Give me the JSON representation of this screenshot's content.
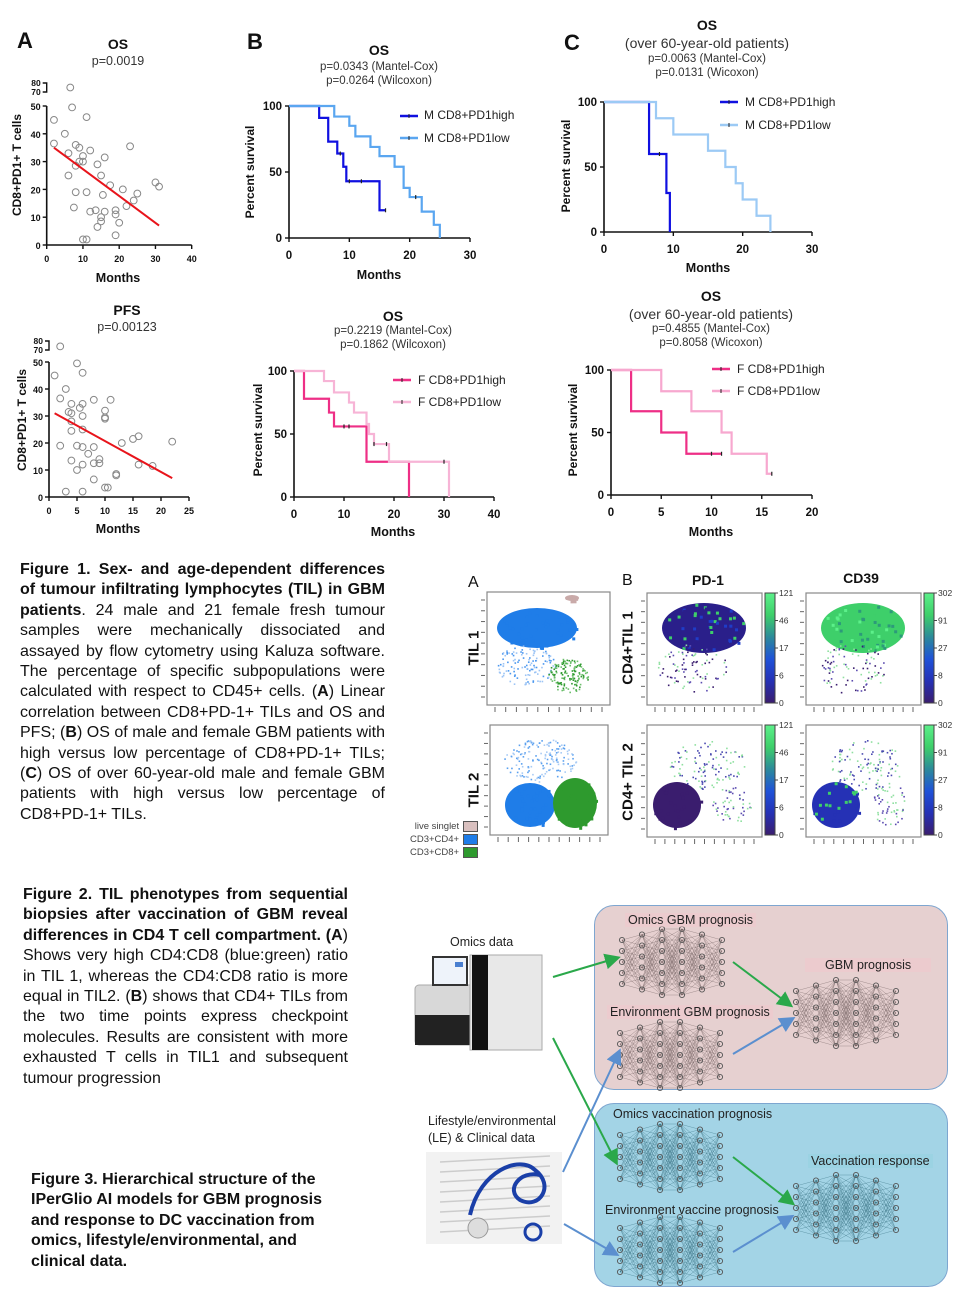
{
  "figure1": {
    "panel_labels": [
      "A",
      "B",
      "C"
    ],
    "caption": [
      "Figure 1. Sex- and age-dependent differences of tumour infiltrating lymphocytes (TIL) in GBM patients",
      ". 24 male and 21 female fresh tumour samples were mechanically dissociated and assayed by flow cytometry using Kaluza software. The percentage of specific subpopulations were calculated with respect to CD45+ cells. (",
      "A",
      ") Linear correlation between CD8+PD-1+ TILs and OS and PFS; (",
      "B",
      ") OS of male and female GBM patients with high versus low percentage of CD8+PD-1+ TILs; (",
      "C",
      ") OS of over 60-year-old male and female GBM patients with high versus low percentage of CD8+PD-1+ TILs."
    ]
  },
  "chart_data": [
    {
      "type": "scatter",
      "title": "OS",
      "subtitle": "p=0.0019",
      "xlabel": "Months",
      "ylabel": "CD8+PD1+ T cells",
      "xlim": [
        0,
        40
      ],
      "ylim": [
        0,
        50
      ],
      "y_break_ticks": [
        70,
        80
      ],
      "xticks": [
        0,
        10,
        20,
        30,
        40
      ],
      "yticks": [
        0,
        10,
        20,
        30,
        40,
        50
      ],
      "points": [
        [
          2,
          45
        ],
        [
          2,
          36.5
        ],
        [
          5,
          40
        ],
        [
          6,
          33
        ],
        [
          6,
          25
        ],
        [
          6.5,
          75
        ],
        [
          7,
          49.5
        ],
        [
          7.5,
          13.5
        ],
        [
          8,
          36
        ],
        [
          8,
          28.5
        ],
        [
          8,
          19
        ],
        [
          9,
          35
        ],
        [
          9,
          30
        ],
        [
          10,
          32
        ],
        [
          10,
          30
        ],
        [
          10,
          2
        ],
        [
          11,
          46
        ],
        [
          11,
          19
        ],
        [
          11,
          2
        ],
        [
          12,
          34
        ],
        [
          12,
          12
        ],
        [
          13.5,
          12.5
        ],
        [
          14,
          29
        ],
        [
          14,
          6.5
        ],
        [
          15,
          25
        ],
        [
          15,
          10
        ],
        [
          15,
          8.5
        ],
        [
          15.5,
          18
        ],
        [
          16,
          31.5
        ],
        [
          16,
          12
        ],
        [
          17.5,
          21.5
        ],
        [
          19,
          11
        ],
        [
          19,
          12.5
        ],
        [
          19,
          3.5
        ],
        [
          20,
          8
        ],
        [
          21,
          20
        ],
        [
          22,
          14
        ],
        [
          23,
          35.5
        ],
        [
          24,
          16
        ],
        [
          25,
          18.5
        ],
        [
          30,
          22.5
        ],
        [
          31,
          21
        ]
      ],
      "fit_line": [
        [
          2,
          35
        ],
        [
          31,
          7
        ]
      ],
      "fit_color": "#e8141b"
    },
    {
      "type": "scatter",
      "title": "PFS",
      "subtitle": "p=0.00123",
      "xlabel": "Months",
      "ylabel": "CD8+PD1+ T cells",
      "xlim": [
        0,
        25
      ],
      "ylim": [
        0,
        50
      ],
      "y_break_ticks": [
        70,
        80
      ],
      "xticks": [
        0,
        5,
        10,
        15,
        20,
        25
      ],
      "yticks": [
        0,
        10,
        20,
        30,
        40,
        50
      ],
      "points": [
        [
          1,
          45
        ],
        [
          2,
          74
        ],
        [
          2,
          36.5
        ],
        [
          2,
          19
        ],
        [
          3,
          40
        ],
        [
          3,
          2
        ],
        [
          3.5,
          31.5
        ],
        [
          4,
          34.5
        ],
        [
          4,
          31
        ],
        [
          4,
          28
        ],
        [
          4,
          24.5
        ],
        [
          4,
          13.5
        ],
        [
          5,
          49.5
        ],
        [
          5,
          19
        ],
        [
          5,
          10
        ],
        [
          5.5,
          33
        ],
        [
          6,
          46
        ],
        [
          6,
          34.5
        ],
        [
          6,
          30
        ],
        [
          6,
          25
        ],
        [
          6,
          18.5
        ],
        [
          6,
          12
        ],
        [
          6,
          2
        ],
        [
          7,
          16
        ],
        [
          8,
          36
        ],
        [
          8,
          18.5
        ],
        [
          8,
          12.5
        ],
        [
          8,
          6.5
        ],
        [
          9,
          14
        ],
        [
          9,
          12.5
        ],
        [
          10,
          32
        ],
        [
          10,
          29.5
        ],
        [
          10,
          29
        ],
        [
          10,
          3.5
        ],
        [
          10.5,
          3.5
        ],
        [
          11,
          36
        ],
        [
          12,
          8.5
        ],
        [
          12,
          8
        ],
        [
          13,
          20
        ],
        [
          15,
          21.5
        ],
        [
          16,
          22.5
        ],
        [
          16,
          12
        ],
        [
          18.5,
          11.5
        ],
        [
          22,
          20.5
        ]
      ],
      "fit_line": [
        [
          1,
          31
        ],
        [
          22,
          7
        ]
      ],
      "fit_color": "#e8141b"
    },
    {
      "type": "line",
      "title": "OS",
      "subtitle": "",
      "p_values": [
        "p=0.0343 (Mantel-Cox)",
        "p=0.0264 (Wilcoxon)"
      ],
      "xlabel": "Months",
      "ylabel": "Percent survival",
      "xlim": [
        0,
        30
      ],
      "ylim": [
        0,
        100
      ],
      "xticks": [
        0,
        10,
        20,
        30
      ],
      "yticks": [
        0,
        50,
        100
      ],
      "legend_position": "top-right",
      "series": [
        {
          "name": "M CD8+PD1high",
          "color": "#1010e0",
          "steps": [
            [
              0,
              100
            ],
            [
              5,
              91
            ],
            [
              6.5,
              73
            ],
            [
              8,
              64
            ],
            [
              9,
              54
            ],
            [
              9.5,
              43
            ],
            [
              15,
              21
            ]
          ],
          "end": 16,
          "censored": [
            [
              8.5,
              64
            ],
            [
              10,
              43
            ],
            [
              12,
              43
            ],
            [
              16,
              21
            ]
          ]
        },
        {
          "name": "M CD8+PD1low",
          "color": "#5aa6f0",
          "steps": [
            [
              0,
              100
            ],
            [
              7.5,
              92
            ],
            [
              10,
              85
            ],
            [
              11,
              77
            ],
            [
              13.5,
              69
            ],
            [
              15,
              62
            ],
            [
              17.5,
              54
            ],
            [
              19,
              38
            ],
            [
              20,
              31
            ],
            [
              22,
              20
            ],
            [
              24,
              10
            ],
            [
              25,
              0
            ]
          ],
          "end": 25,
          "censored": [
            [
              21,
              31
            ]
          ]
        }
      ]
    },
    {
      "type": "line",
      "title": "OS",
      "subtitle": "(over 60-year-old patients)",
      "p_values": [
        "p=0.0063 (Mantel-Cox)",
        "p=0.0131 (Wicoxon)"
      ],
      "xlabel": "Months",
      "ylabel": "Percent survival",
      "xlim": [
        0,
        30
      ],
      "ylim": [
        0,
        100
      ],
      "xticks": [
        0,
        10,
        20,
        30
      ],
      "yticks": [
        0,
        50,
        100
      ],
      "legend_position": "top-right",
      "series": [
        {
          "name": "M CD8+PD1high",
          "color": "#1010e0",
          "steps": [
            [
              0,
              100
            ],
            [
              6.5,
              60
            ],
            [
              9,
              30
            ],
            [
              9.5,
              0
            ]
          ],
          "end": 9.5,
          "censored": [
            [
              8,
              60
            ]
          ]
        },
        {
          "name": "M CD8+PD1low",
          "color": "#9ccaf5",
          "steps": [
            [
              0,
              100
            ],
            [
              7.5,
              87.5
            ],
            [
              10,
              75
            ],
            [
              15,
              62.5
            ],
            [
              17.5,
              50
            ],
            [
              19,
              37.5
            ],
            [
              20,
              25
            ],
            [
              22,
              12.5
            ],
            [
              24,
              0
            ]
          ],
          "end": 24,
          "censored": []
        }
      ]
    },
    {
      "type": "line",
      "title": "OS",
      "subtitle": "",
      "p_values": [
        "p=0.2219 (Mantel-Cox)",
        "p=0.1862 (Wilcoxon)"
      ],
      "xlabel": "Months",
      "ylabel": "Percent survival",
      "xlim": [
        0,
        40
      ],
      "ylim": [
        0,
        100
      ],
      "xticks": [
        0,
        10,
        20,
        30,
        40
      ],
      "yticks": [
        0,
        50,
        100
      ],
      "legend_position": "top-right",
      "series": [
        {
          "name": "F CD8+PD1high",
          "color": "#ee2f86",
          "steps": [
            [
              0,
              100
            ],
            [
              2,
              78
            ],
            [
              7,
              67
            ],
            [
              8,
              56
            ],
            [
              14.5,
              28
            ],
            [
              23,
              0
            ]
          ],
          "end": 23,
          "censored": [
            [
              10,
              56
            ],
            [
              11,
              56
            ]
          ]
        },
        {
          "name": "F CD8+PD1low",
          "color": "#f7b4d6",
          "steps": [
            [
              0,
              100
            ],
            [
              6,
              92
            ],
            [
              8,
              83
            ],
            [
              11,
              75
            ],
            [
              12,
              67
            ],
            [
              14.5,
              58
            ],
            [
              15,
              50
            ],
            [
              16,
              42
            ],
            [
              19,
              28
            ],
            [
              31,
              0
            ]
          ],
          "end": 31,
          "censored": [
            [
              16,
              42
            ],
            [
              18.5,
              42
            ],
            [
              30,
              28
            ]
          ]
        }
      ]
    },
    {
      "type": "line",
      "title": "OS",
      "subtitle": "(over 60-year-old patients)",
      "p_values": [
        "p=0.4855 (Mantel-Cox)",
        "p=0.8058 (Wicoxon)"
      ],
      "xlabel": "Months",
      "ylabel": "Percent survival",
      "xlim": [
        0,
        20
      ],
      "ylim": [
        0,
        100
      ],
      "xticks": [
        0,
        5,
        10,
        15,
        20
      ],
      "yticks": [
        0,
        50,
        100
      ],
      "legend_position": "top-right",
      "series": [
        {
          "name": "F CD8+PD1high",
          "color": "#ee2f86",
          "steps": [
            [
              0,
              100
            ],
            [
              2,
              67
            ],
            [
              5,
              50
            ],
            [
              7.5,
              33
            ]
          ],
          "end": 11,
          "censored": [
            [
              10,
              33
            ],
            [
              11,
              33
            ]
          ]
        },
        {
          "name": "F CD8+PD1low",
          "color": "#f7a8cf",
          "steps": [
            [
              0,
              100
            ],
            [
              5,
              83
            ],
            [
              8,
              67
            ],
            [
              11,
              50
            ],
            [
              12,
              33
            ],
            [
              15.5,
              17
            ]
          ],
          "end": 16,
          "censored": [
            [
              16,
              17
            ]
          ]
        }
      ]
    }
  ],
  "figure2": {
    "panel_a_label": "A",
    "panel_b_label": "B",
    "col_headers": [
      "PD-1",
      "CD39"
    ],
    "row_labels_a": [
      "TIL 1",
      "TIL 2"
    ],
    "row_labels_b": [
      "CD4+TIL 1",
      "CD4+ TIL 2"
    ],
    "colorbar_pd1": [
      "121",
      "46",
      "17",
      "6",
      "0"
    ],
    "colorbar_cd39": [
      "302",
      "91",
      "27",
      "8",
      "0"
    ],
    "legend": [
      {
        "label": "live singlet",
        "color": "#d9c0bf"
      },
      {
        "label": "CD3+CD4+",
        "color": "#1f7de8"
      },
      {
        "label": "CD3+CD8+",
        "color": "#2e9a2e"
      }
    ],
    "caption": [
      "Figure 2. TIL phenotypes from sequential biopsies after vaccination of GBM reveal differences in CD4 T cell compartment. (A",
      ") Shows very high CD4:CD8 (blue:green) ratio in TIL 1, whereas the CD4:CD8 ratio is more equal in TIL2. (",
      "B",
      ") shows that CD4+ TILs from the two time points express checkpoint molecules. Results are consistent with more exhausted T cells in TIL1 and subsequent tumour progression"
    ]
  },
  "figure3": {
    "inputs": {
      "omics": "Omics data",
      "le_line1": "Lifestyle/environmental",
      "le_line2": "(LE) & Clinical data"
    },
    "gbm_box": {
      "omics_net": "Omics GBM prognosis",
      "env_net": "Environment GBM prognosis",
      "output_net": "GBM prognosis",
      "color": "#e6d0d0"
    },
    "vacc_box": {
      "omics_net": "Omics vaccination prognosis",
      "env_net": "Environment vaccine prognosis",
      "output_net": "Vaccination response",
      "color": "#a3d4e6"
    },
    "arrow_colors": {
      "omics": "#2aa84a",
      "le": "#5b8fcf"
    },
    "caption": "Figure 3. Hierarchical structure of the IPerGlio AI models for GBM prognosis and response to DC vaccination from omics, lifestyle/environmental, and clinical data."
  }
}
